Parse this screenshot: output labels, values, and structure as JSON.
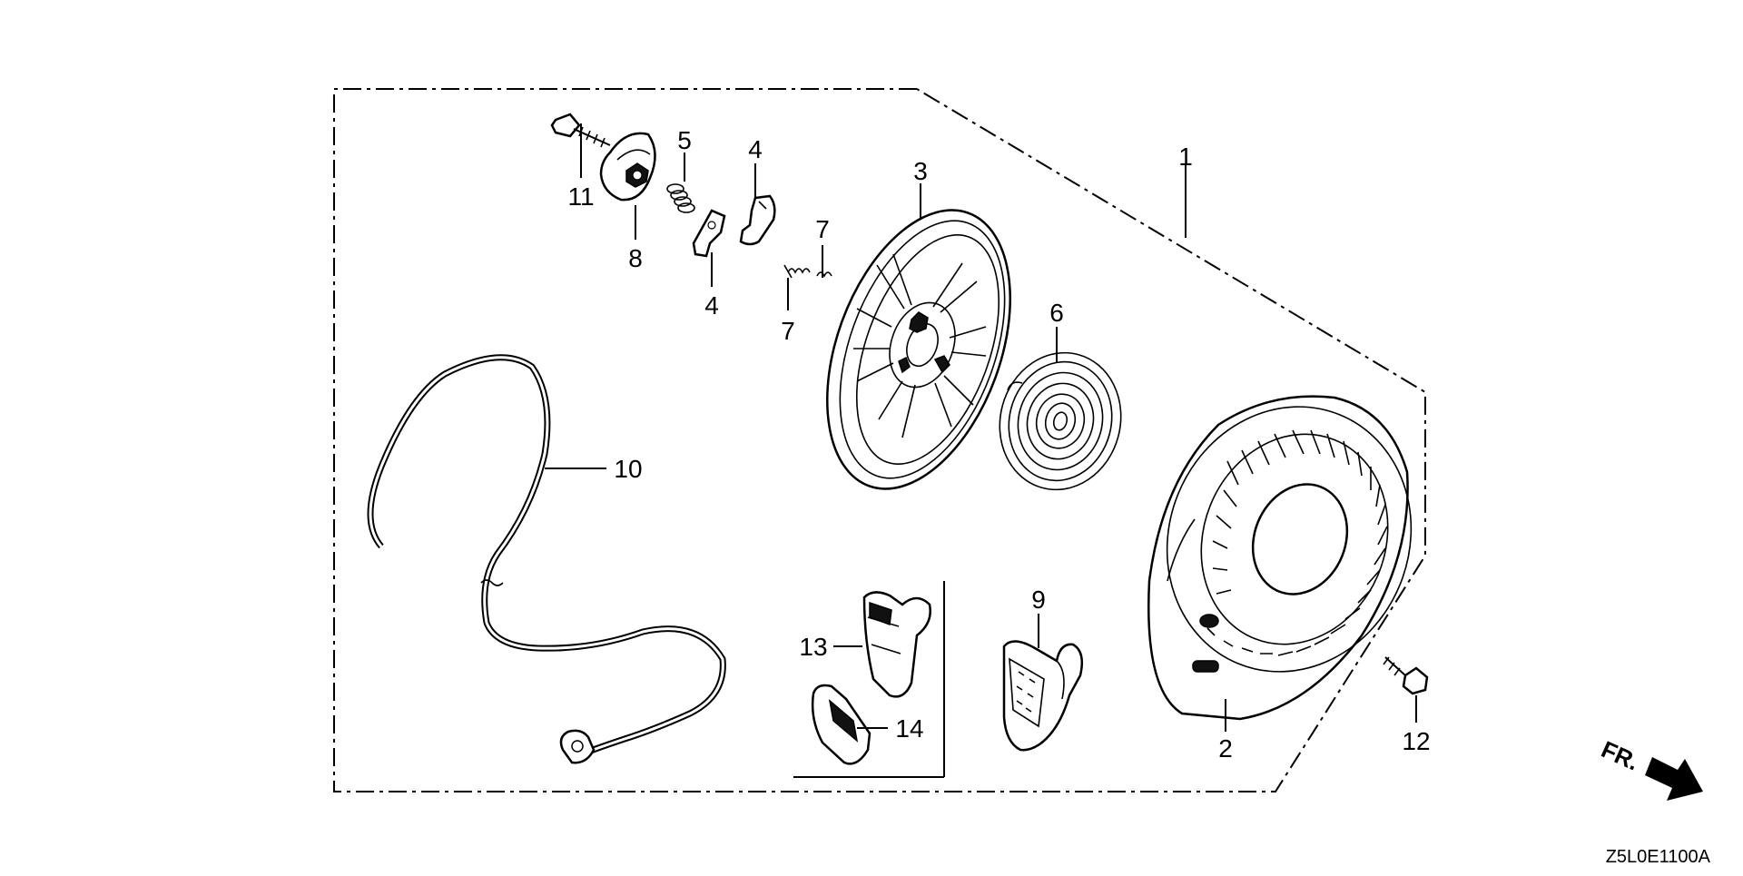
{
  "diagram": {
    "drawing_code": "Z5L0E1100A",
    "direction_marker": "FR.",
    "callouts": {
      "c1": "1",
      "c2": "2",
      "c3": "3",
      "c4a": "4",
      "c4b": "4",
      "c5": "5",
      "c6": "6",
      "c7a": "7",
      "c7b": "7",
      "c8": "8",
      "c9": "9",
      "c10": "10",
      "c11": "11",
      "c12": "12",
      "c13": "13",
      "c14": "14"
    }
  }
}
